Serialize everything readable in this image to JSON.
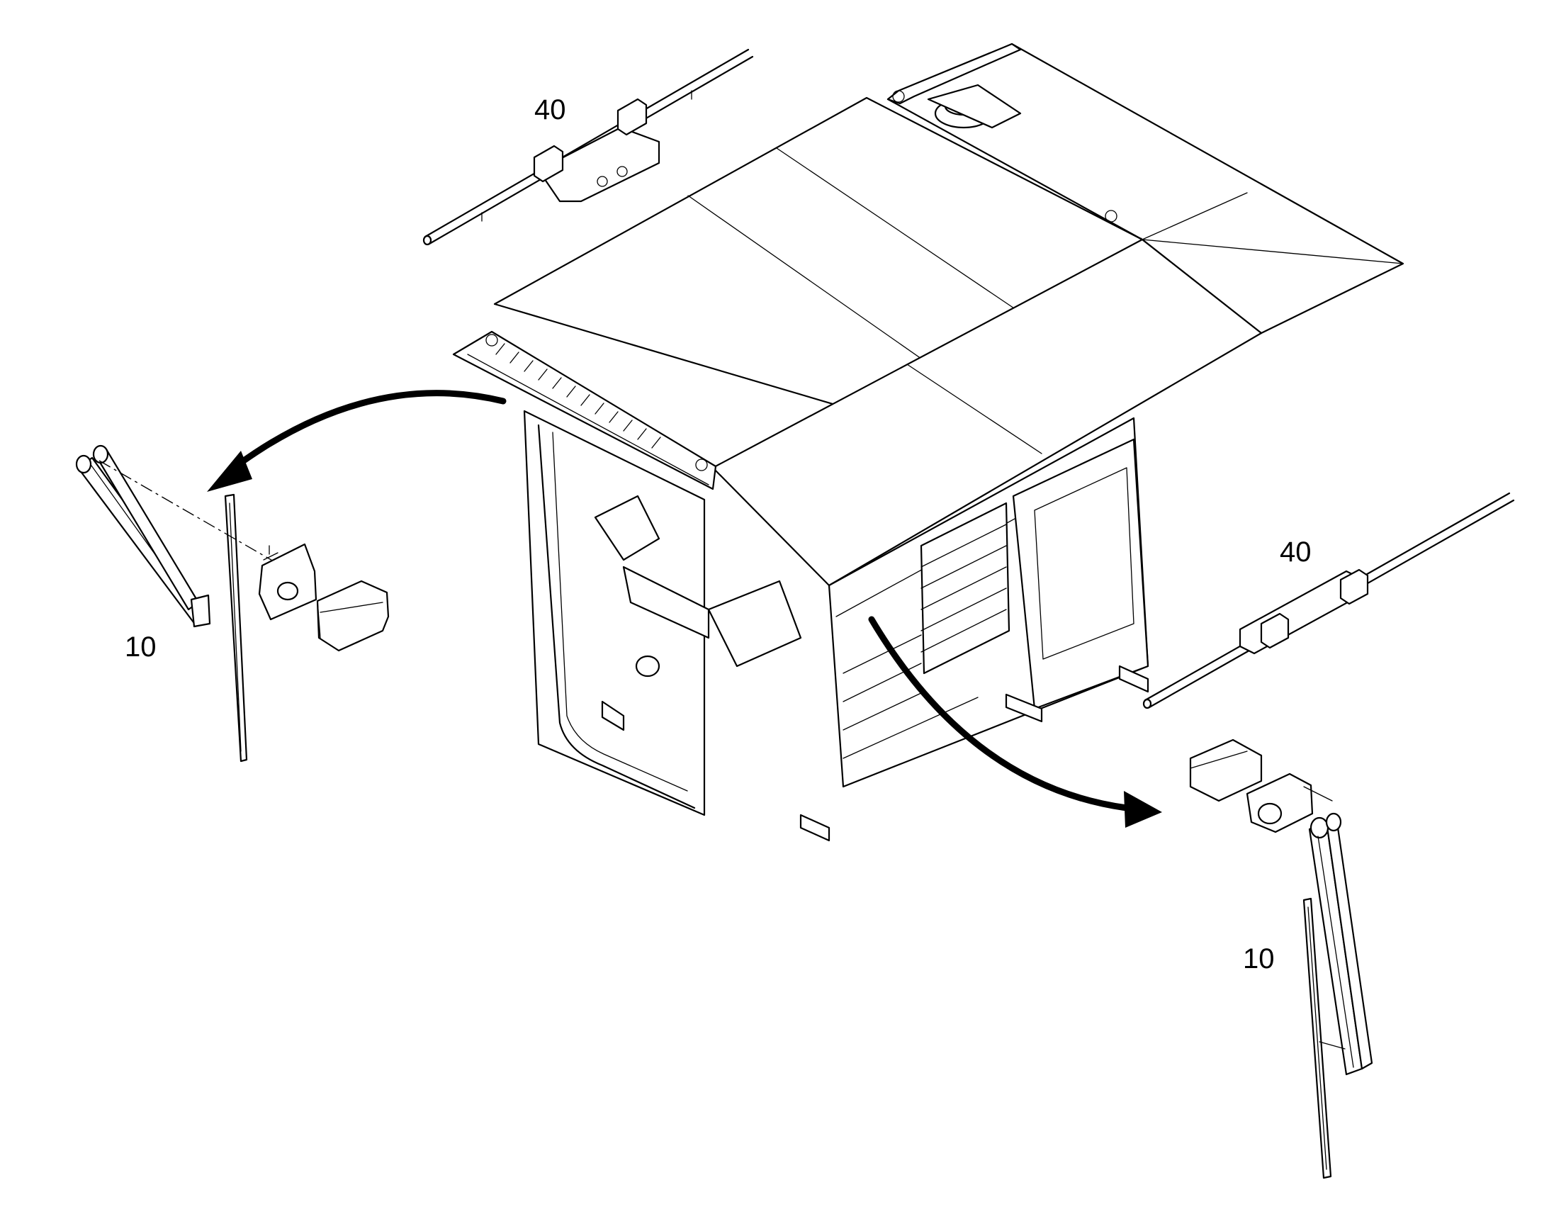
{
  "callouts": {
    "grab_handle_upper": "40",
    "grab_handle_right": "40",
    "wiper_left": "10",
    "wiper_right": "10"
  },
  "colors": {
    "stroke": "#000000",
    "background": "#ffffff"
  },
  "components": [
    "cab-assembly-icon",
    "grab-handle-icon",
    "wiper-arm-icon",
    "wiper-blade-icon",
    "wiper-motor-icon",
    "motor-cover-icon",
    "removal-arrow-icon"
  ]
}
